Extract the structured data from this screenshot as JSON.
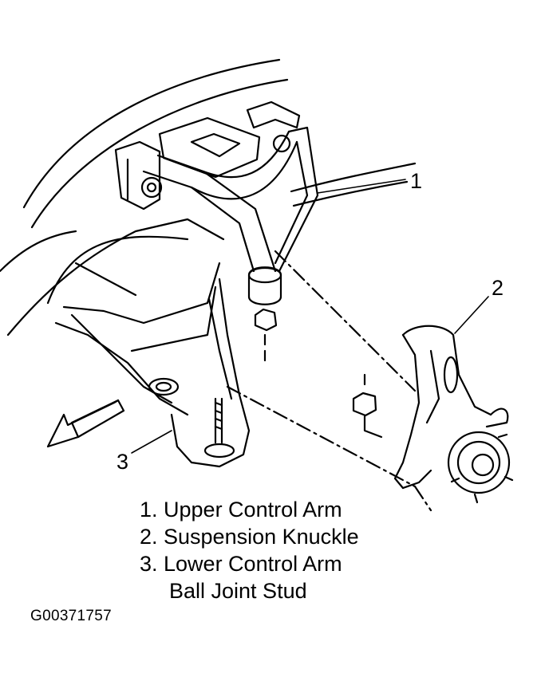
{
  "callouts": [
    "1",
    "2",
    "3"
  ],
  "legend": {
    "item1": "1. Upper Control Arm",
    "item2": "2. Suspension Knuckle",
    "item3": "3. Lower Control Arm",
    "item3_cont": "Ball Joint Stud"
  },
  "figure_id": "G00371757"
}
